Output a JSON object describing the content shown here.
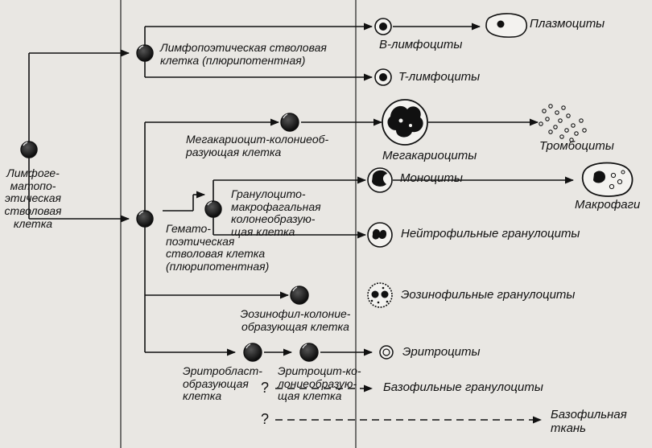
{
  "cells": {
    "lymphoid_progenitor": "Лимфоге-\nматопо-\nэтическая\nстволовая\nклетка",
    "lymphopoietic_stem": "Лимфопоэтическая стволовая\nклетка (плюрипотентная)",
    "b_lymphocytes": "B-лимфоциты",
    "plasmocytes": "Плазмоциты",
    "t_lymphocytes": "T-лимфоциты",
    "megakaryocyte_cfu": "Мегакариоцит-колониеоб-\nразующая клетка",
    "megakaryocytes": "Мегакариоциты",
    "thrombocytes": "Тромбоциты",
    "granulocyte_macrophage_cfu": "Гранулоцито-\nмакрофагальная\nколонеобразую-\nщая клетка",
    "monocytes": "Моноциты",
    "macrophages": "Макрофаги",
    "hematopoietic_stem": "Гемато-\nпоэтическая\nстволовая клетка\n(плюрипотентная)",
    "neutrophil_granulocytes": "Нейтрофильные гранулоциты",
    "eosinophil_cfu": "Эозинофил-колоние-\nобразующая клетка",
    "eosinophil_granulocytes": "Эозинофильные гранулоциты",
    "erythroblast_forming": "Эритробласт-\nобразующая\nклетка",
    "erythrocyte_cfu": "Эритроцит-ко-\nлониеобразую-\nщая клетка",
    "erythrocytes": "Эритроциты",
    "basophil_granulocytes": "Базофильные гранулоциты",
    "basophil_tissue": "Базофильная\nткань",
    "unknown_mark": "?"
  },
  "colors": {
    "ink": "#111111",
    "background": "#e9e7e3"
  }
}
